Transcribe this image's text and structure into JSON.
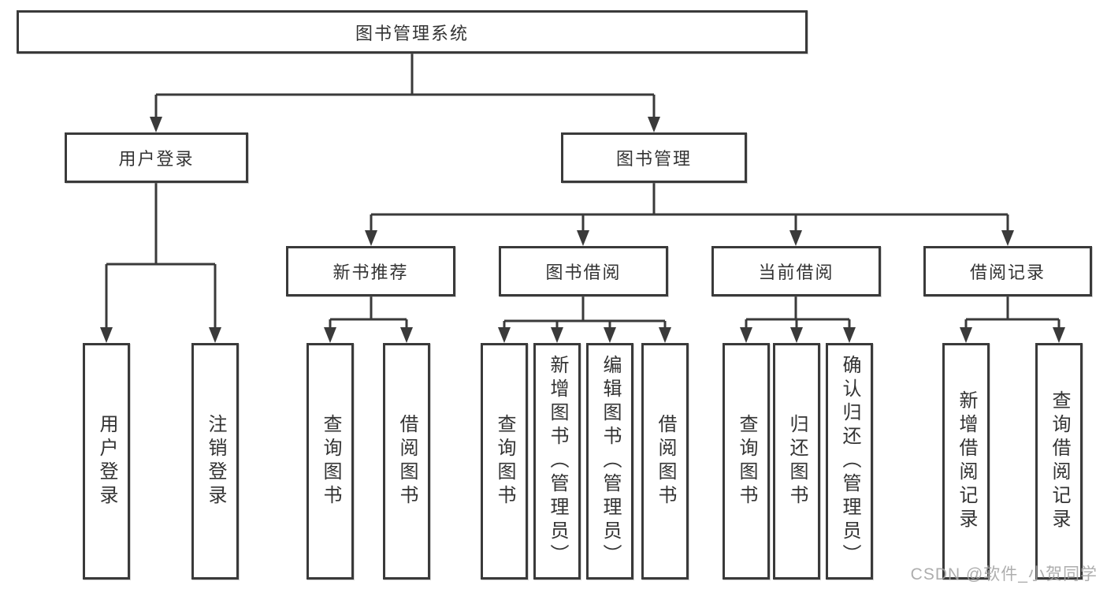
{
  "tree": {
    "root": {
      "label": "图书管理系统"
    },
    "level2": [
      {
        "label": "用户登录"
      },
      {
        "label": "图书管理"
      }
    ],
    "level3": [
      {
        "label": "新书推荐"
      },
      {
        "label": "图书借阅"
      },
      {
        "label": "当前借阅"
      },
      {
        "label": "借阅记录"
      }
    ],
    "leaves": {
      "user_login": [
        "用户登录",
        "注销登录"
      ],
      "new_book": [
        "查询图书",
        "借阅图书"
      ],
      "book_borrow": [
        "查询图书",
        "新增图书（管理员）",
        "编辑图书（管理员）",
        "借阅图书"
      ],
      "current_borrow": [
        "查询图书",
        "归还图书",
        "确认归还（管理员）"
      ],
      "borrow_record": [
        "新增借阅记录",
        "查询借阅记录"
      ]
    }
  },
  "watermark": {
    "text": "CSDN @软件_小贺同学"
  },
  "colors": {
    "line": "#3a3a3a",
    "text": "#333333",
    "watermark": "#a3a3a3",
    "background": "#ffffff"
  }
}
